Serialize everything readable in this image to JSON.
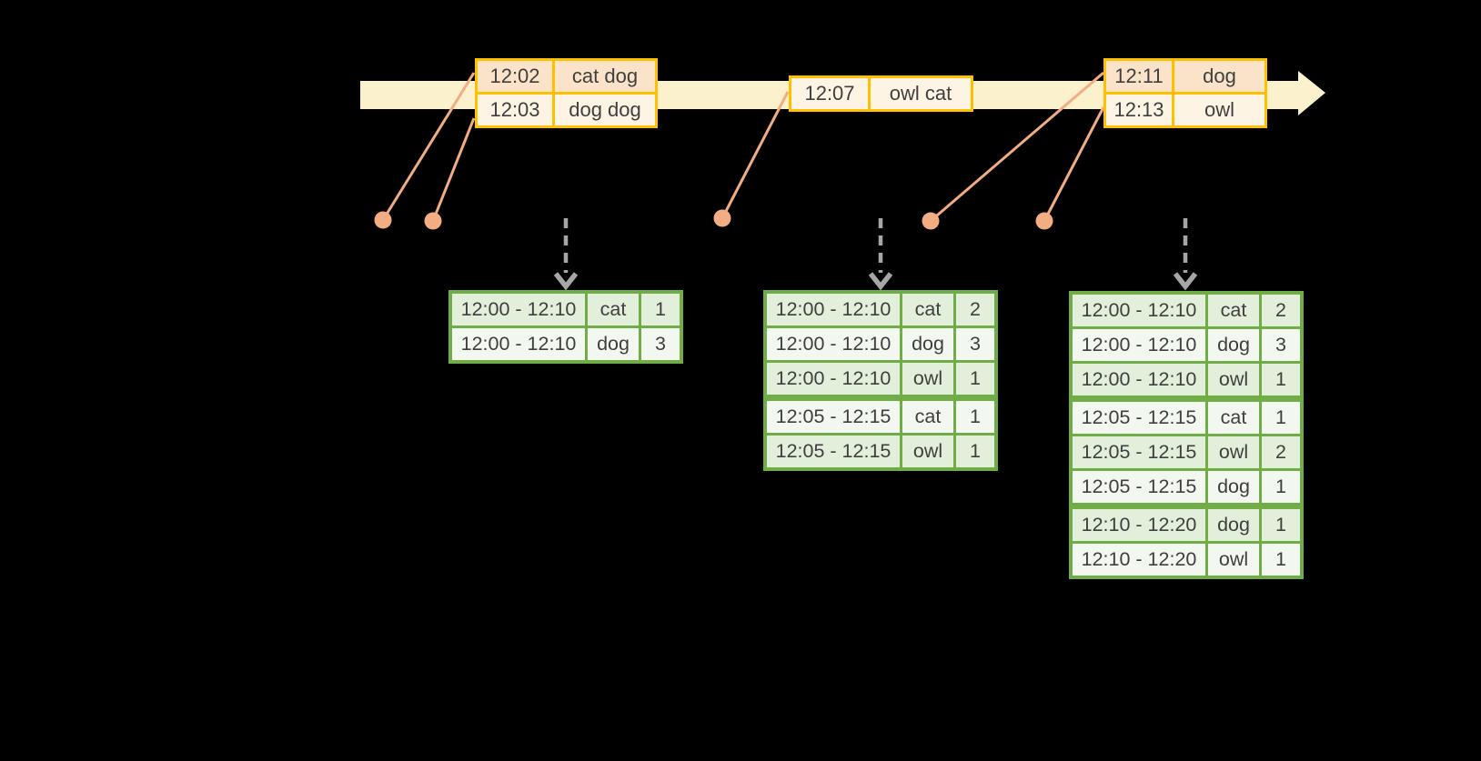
{
  "diagram": {
    "colors": {
      "background": "#000000",
      "timeline_band": "#FBF1CC",
      "event_table_border": "#FFC000",
      "event_row_dark": "#FAE3C8",
      "event_row_light": "#FDF4E4",
      "connector_dot_line": "#F2AE82",
      "result_table_border": "#70AD47",
      "result_row_dark": "#E2EFDA",
      "result_row_light": "#F2F7EF",
      "dashed_arrow": "#A6A6A6",
      "text": "#3F3F3F"
    },
    "icons": {
      "timeline_arrow": "right-arrow",
      "trigger_arrow": "dashed-down-arrow",
      "event_marker": "filled-circle"
    },
    "timeline": {
      "event_tables": [
        {
          "rows": [
            {
              "time": "12:02",
              "words": "cat dog"
            },
            {
              "time": "12:03",
              "words": "dog dog"
            }
          ]
        },
        {
          "rows": [
            {
              "time": "12:07",
              "words": "owl cat"
            }
          ]
        },
        {
          "rows": [
            {
              "time": "12:11",
              "words": "dog"
            },
            {
              "time": "12:13",
              "words": "owl"
            }
          ]
        }
      ]
    },
    "result_tables": [
      {
        "rows": [
          [
            "12:00 - 12:10",
            "cat",
            "1"
          ],
          [
            "12:00 - 12:10",
            "dog",
            "3"
          ]
        ],
        "group_breaks": []
      },
      {
        "rows": [
          [
            "12:00 - 12:10",
            "cat",
            "2"
          ],
          [
            "12:00 - 12:10",
            "dog",
            "3"
          ],
          [
            "12:00 - 12:10",
            "owl",
            "1"
          ],
          [
            "12:05 - 12:15",
            "cat",
            "1"
          ],
          [
            "12:05 - 12:15",
            "owl",
            "1"
          ]
        ],
        "group_breaks": [
          3
        ]
      },
      {
        "rows": [
          [
            "12:00 - 12:10",
            "cat",
            "2"
          ],
          [
            "12:00 - 12:10",
            "dog",
            "3"
          ],
          [
            "12:00 - 12:10",
            "owl",
            "1"
          ],
          [
            "12:05 - 12:15",
            "cat",
            "1"
          ],
          [
            "12:05 - 12:15",
            "owl",
            "2"
          ],
          [
            "12:05 - 12:15",
            "dog",
            "1"
          ],
          [
            "12:10 - 12:20",
            "dog",
            "1"
          ],
          [
            "12:10 - 12:20",
            "owl",
            "1"
          ]
        ],
        "group_breaks": [
          3,
          6
        ]
      }
    ]
  }
}
